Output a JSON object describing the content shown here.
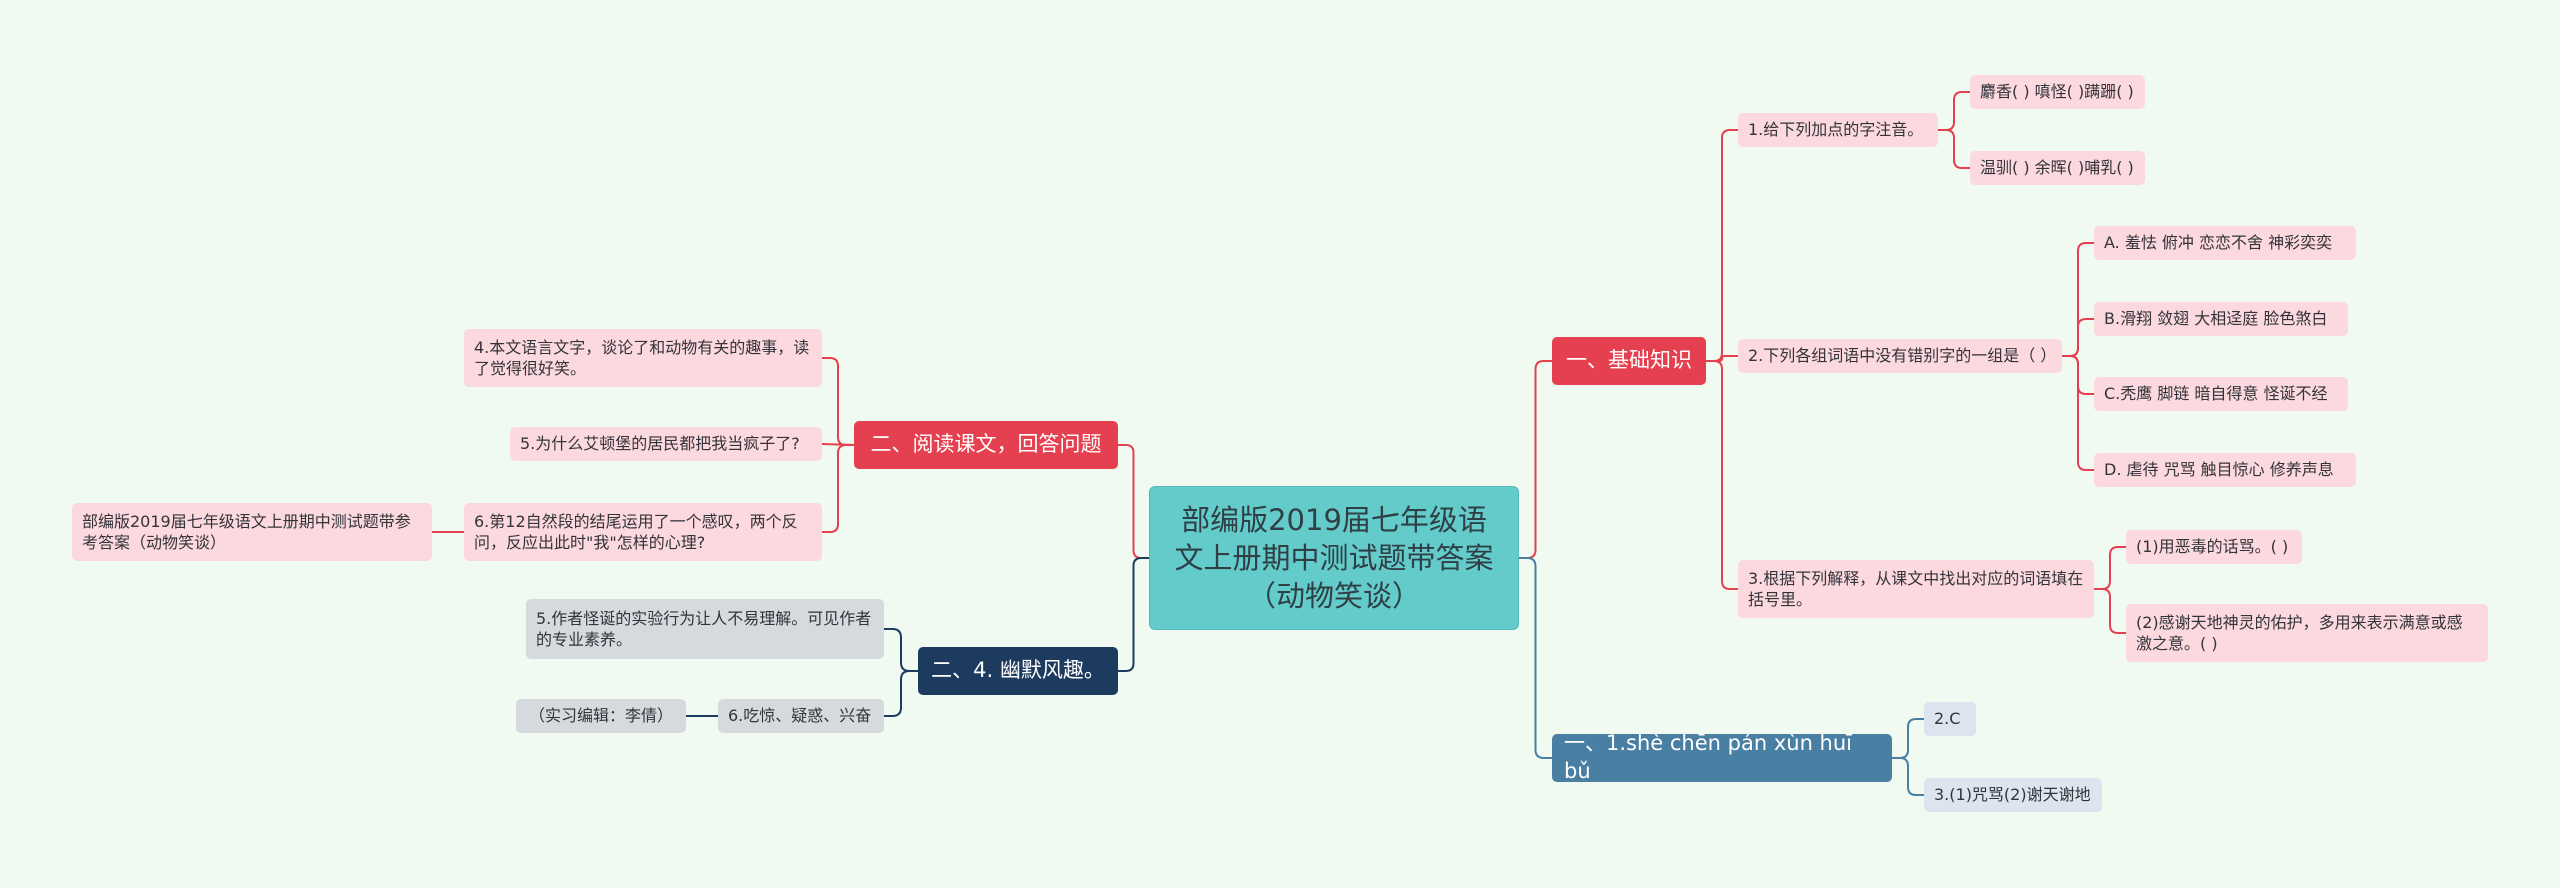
{
  "root": {
    "title": "部编版2019届七年级语文上册期中测试题带答案（动物笑谈）"
  },
  "colors": {
    "background": "#f0faf0",
    "root": "#63cccb",
    "branch_red": "#e5404f",
    "branch_navy": "#1d3a5f",
    "branch_steel": "#4a7fa4",
    "leaf_pink": "#fbd9de",
    "leaf_gray": "#d6dadf",
    "leaf_blue": "#dce5ef"
  },
  "branches": {
    "basic": {
      "label": "一、基础知识",
      "q1": {
        "label": "1.给下列加点的字注音。",
        "children": [
          "麝香( ) 嗔怪( )蹒跚( )",
          "温驯( ) 余晖( )哺乳( )"
        ]
      },
      "q2": {
        "label": "2.下列各组词语中没有错别字的一组是（ ）",
        "children": [
          "A. 羞怯 俯冲 恋恋不舍 神彩奕奕",
          "B.滑翔 敛翅 大相迳庭 脸色煞白",
          "C.秃鹰 脚链 暗自得意 怪诞不经",
          "D. 虐待 咒骂 触目惊心 修养声息"
        ]
      },
      "q3": {
        "label": "3.根据下列解释，从课文中找出对应的词语填在括号里。",
        "children": [
          "(1)用恶毒的话骂。( )",
          "(2)感谢天地神灵的佑护，多用来表示满意或感激之意。( )"
        ]
      }
    },
    "answers": {
      "label": "一、1.shè chēn pán xùn huī bǔ",
      "children": [
        "2.C",
        "3.(1)咒骂(2)谢天谢地"
      ]
    },
    "reading": {
      "label": "二、阅读课文，回答问题",
      "children": [
        "4.本文语言文字，谈论了和动物有关的趣事，读了觉得很好笑。",
        "5.为什么艾顿堡的居民都把我当疯子了?",
        "6.第12自然段的结尾运用了一个感叹，两个反问，反应出此时\"我\"怎样的心理?"
      ],
      "sub": "部编版2019届七年级语文上册期中测试题带参考答案（动物笑谈）"
    },
    "humor": {
      "label": "二、4. 幽默风趣。",
      "children": [
        "5.作者怪诞的实验行为让人不易理解。可见作者的专业素养。",
        "6.吃惊、疑惑、兴奋"
      ],
      "sub": "（实习编辑：李倩）"
    }
  }
}
